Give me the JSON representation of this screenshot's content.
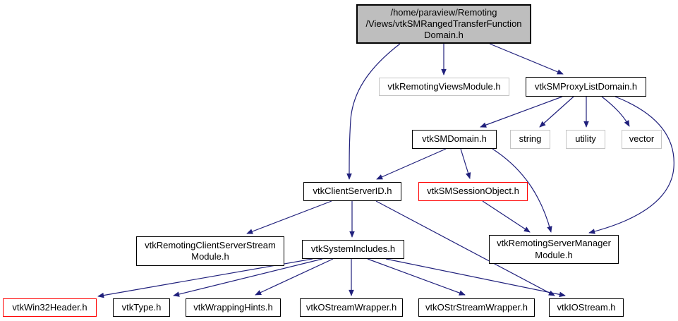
{
  "diagram": {
    "kind": "include-dependency-graph",
    "root_file": "/home/paraview/Remoting/Views/vtkSMRangedTransferFunctionDomain.h",
    "edge_color": "#20207c",
    "main_node_fill": "#bebebe",
    "node_border_color": "#000000",
    "external_node_border_color": "#c4c4c4",
    "red_node_border_color": "#ff0000",
    "background_color": "#ffffff"
  },
  "nodes": [
    {
      "label": "/home/paraview/Remoting\n/Views/vtkSMRangedTransferFunction\nDomain.h",
      "type": "main"
    },
    {
      "label": "vtkRemotingViewsModule.h",
      "type": "external"
    },
    {
      "label": "vtkSMProxyListDomain.h",
      "type": "linked"
    },
    {
      "label": "vtkSMDomain.h",
      "type": "linked"
    },
    {
      "label": "string",
      "type": "external"
    },
    {
      "label": "utility",
      "type": "external"
    },
    {
      "label": "vector",
      "type": "external"
    },
    {
      "label": "vtkClientServerID.h",
      "type": "linked"
    },
    {
      "label": "vtkSMSessionObject.h",
      "type": "linked-red"
    },
    {
      "label": "vtkRemotingClientServerStream\nModule.h",
      "type": "linked"
    },
    {
      "label": "vtkSystemIncludes.h",
      "type": "linked"
    },
    {
      "label": "vtkRemotingServerManager\nModule.h",
      "type": "linked"
    },
    {
      "label": "vtkWin32Header.h",
      "type": "linked-red"
    },
    {
      "label": "vtkType.h",
      "type": "linked"
    },
    {
      "label": "vtkWrappingHints.h",
      "type": "linked"
    },
    {
      "label": "vtkOStreamWrapper.h",
      "type": "linked"
    },
    {
      "label": "vtkOStrStreamWrapper.h",
      "type": "linked"
    },
    {
      "label": "vtkIOStream.h",
      "type": "linked"
    }
  ],
  "edges": [
    {
      "from": "Domain.h (root)",
      "to": "vtkRemotingViewsModule.h"
    },
    {
      "from": "Domain.h (root)",
      "to": "vtkSMProxyListDomain.h"
    },
    {
      "from": "Domain.h (root)",
      "to": "vtkClientServerID.h"
    },
    {
      "from": "vtkSMProxyListDomain.h",
      "to": "vtkSMDomain.h"
    },
    {
      "from": "vtkSMProxyListDomain.h",
      "to": "string"
    },
    {
      "from": "vtkSMProxyListDomain.h",
      "to": "utility"
    },
    {
      "from": "vtkSMProxyListDomain.h",
      "to": "vector"
    },
    {
      "from": "vtkSMProxyListDomain.h",
      "to": "vtkRemotingServerManagerModule.h"
    },
    {
      "from": "vtkSMDomain.h",
      "to": "vtkClientServerID.h"
    },
    {
      "from": "vtkSMDomain.h",
      "to": "vtkSMSessionObject.h"
    },
    {
      "from": "vtkSMDomain.h",
      "to": "vtkRemotingServerManagerModule.h"
    },
    {
      "from": "vtkSMSessionObject.h",
      "to": "vtkRemotingServerManagerModule.h"
    },
    {
      "from": "vtkClientServerID.h",
      "to": "vtkRemotingClientServerStreamModule.h"
    },
    {
      "from": "vtkClientServerID.h",
      "to": "vtkSystemIncludes.h"
    },
    {
      "from": "vtkClientServerID.h",
      "to": "vtkIOStream.h"
    },
    {
      "from": "vtkSystemIncludes.h",
      "to": "vtkWin32Header.h"
    },
    {
      "from": "vtkSystemIncludes.h",
      "to": "vtkType.h"
    },
    {
      "from": "vtkSystemIncludes.h",
      "to": "vtkWrappingHints.h"
    },
    {
      "from": "vtkSystemIncludes.h",
      "to": "vtkOStreamWrapper.h"
    },
    {
      "from": "vtkSystemIncludes.h",
      "to": "vtkOStrStreamWrapper.h"
    },
    {
      "from": "vtkSystemIncludes.h",
      "to": "vtkIOStream.h"
    }
  ]
}
